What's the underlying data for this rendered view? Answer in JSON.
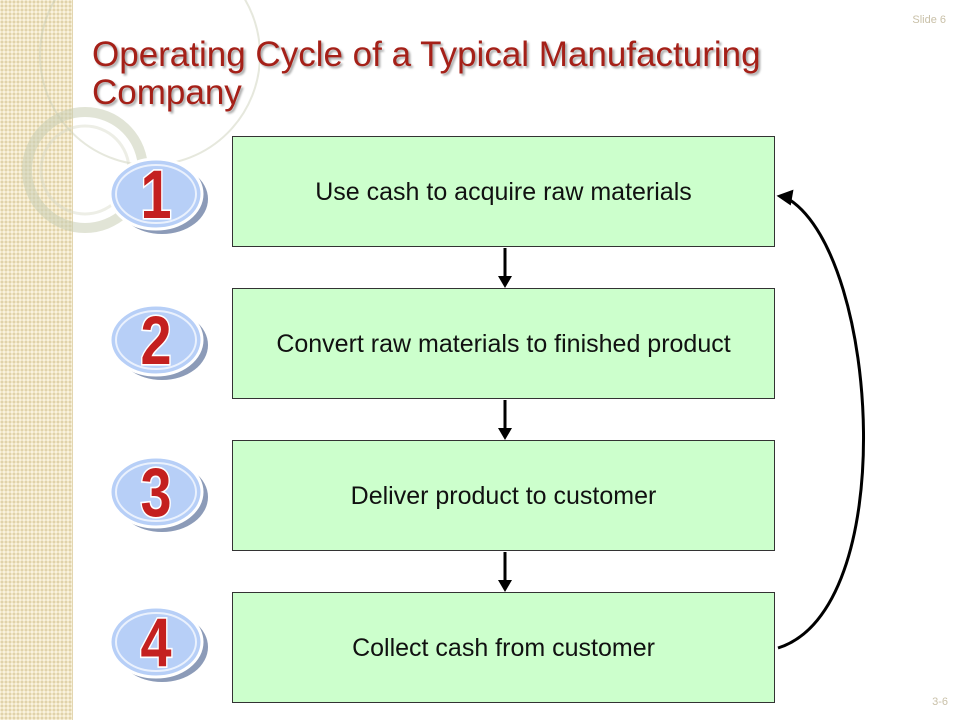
{
  "slide": {
    "number_label": "Slide 6",
    "page_ref": "3-6",
    "title": "Operating Cycle of a Typical Manufacturing Company"
  },
  "steps": [
    {
      "number": "1",
      "text": "Use cash to acquire raw materials"
    },
    {
      "number": "2",
      "text": "Convert raw materials to finished product"
    },
    {
      "number": "3",
      "text": "Deliver product to customer"
    },
    {
      "number": "4",
      "text": "Collect cash from customer"
    }
  ],
  "colors": {
    "title": "#a52018",
    "box_fill": "#ccffcc",
    "badge_fill": "#b7cff7",
    "badge_number": "#c4201f",
    "sidebar": "#f1e6c5"
  },
  "icons": {
    "badge": "numbered-circle-badge-icon",
    "arrow": "down-arrow-icon",
    "loop": "curved-return-arrow-icon"
  }
}
